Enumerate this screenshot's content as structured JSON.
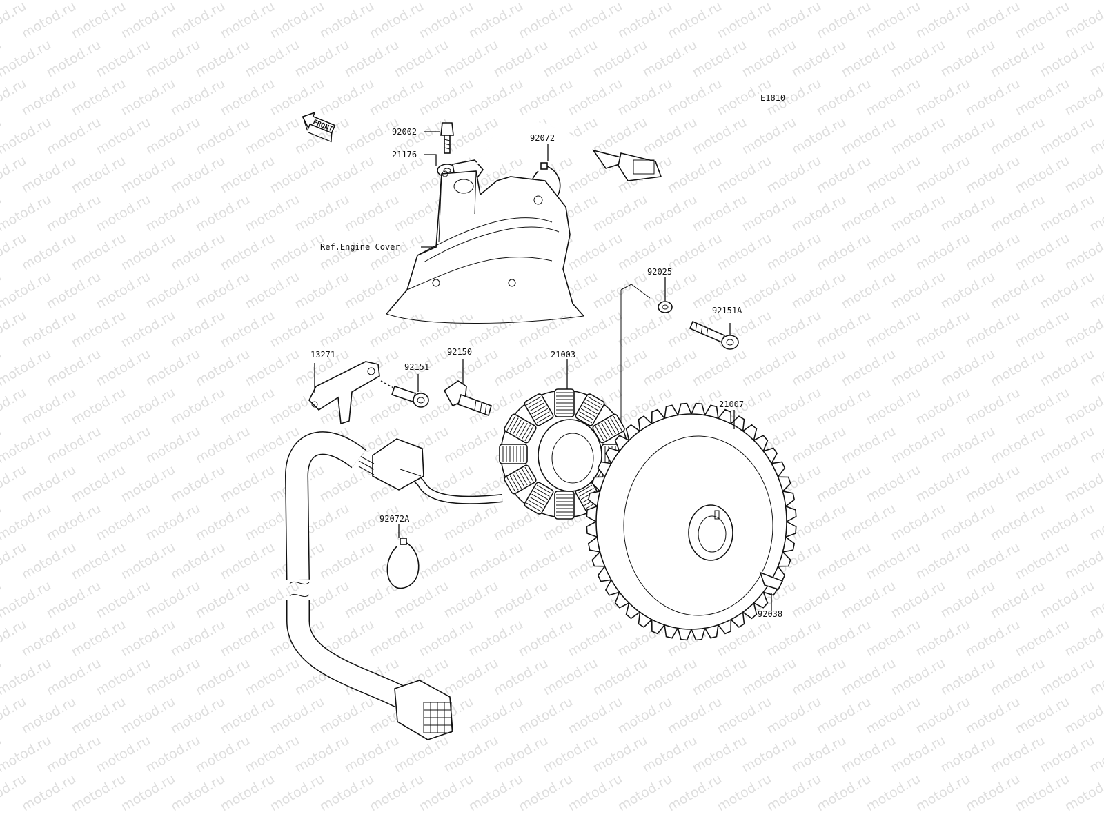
{
  "diagram": {
    "code": "E1810",
    "front_label": "FRONT",
    "watermark": "motod.ru",
    "ref_label": "Ref.Engine Cover",
    "labels": {
      "p92002": "92002",
      "p21176": "21176",
      "p92072": "92072",
      "p92025": "92025",
      "p92151A": "92151A",
      "p13271": "13271",
      "p92151": "92151",
      "p92150": "92150",
      "p21003": "21003",
      "p21007": "21007",
      "p92072A": "92072A",
      "p92038": "92038"
    }
  }
}
